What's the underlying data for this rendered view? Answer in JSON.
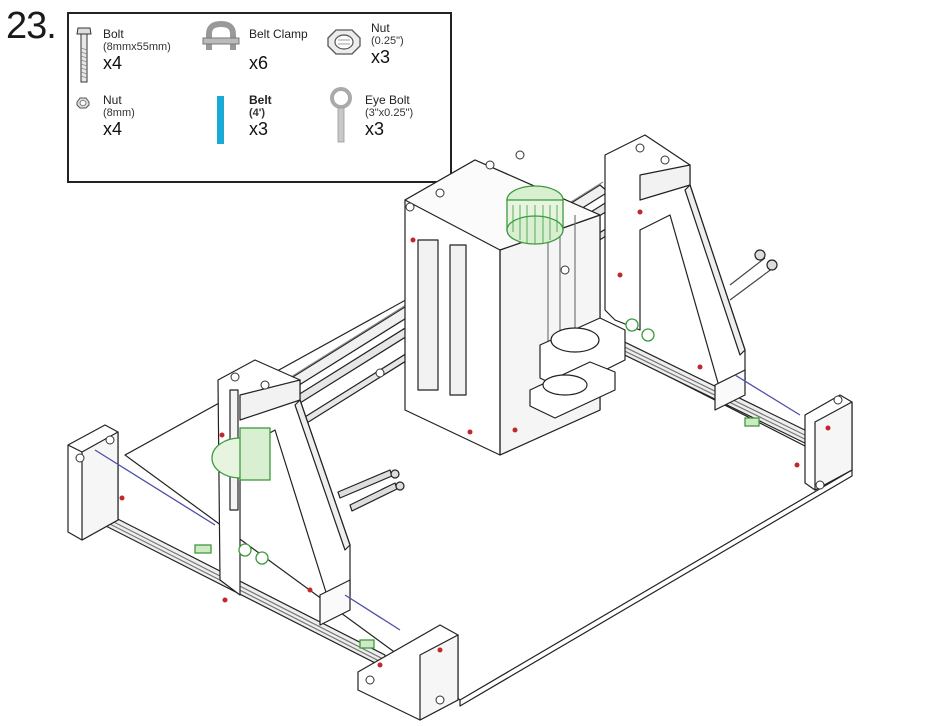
{
  "step": {
    "number": "23."
  },
  "parts": [
    {
      "id": "bolt",
      "name": "Bolt",
      "spec": "(8mmx55mm)",
      "qty": "x4",
      "icon": "bolt-icon"
    },
    {
      "id": "belt-clamp",
      "name": "Belt Clamp",
      "spec": "",
      "qty": "x6",
      "icon": "belt-clamp-icon"
    },
    {
      "id": "nut-quarter",
      "name": "Nut",
      "spec": "(0.25\")",
      "qty": "x3",
      "icon": "nut-icon"
    },
    {
      "id": "nut-8mm",
      "name": "Nut",
      "spec": "(8mm)",
      "qty": "x4",
      "icon": "small-nut-icon"
    },
    {
      "id": "belt",
      "name": "Belt",
      "spec": "(4')",
      "qty": "x3",
      "icon": "belt-icon"
    },
    {
      "id": "eye-bolt",
      "name": "Eye Bolt",
      "spec": "(3\"x0.25\")",
      "qty": "x3",
      "icon": "eye-bolt-icon"
    }
  ],
  "colors": {
    "belt": "#1ba9d6",
    "accent_green": "#3c9a3c",
    "hole_red": "#c0282b",
    "line": "#222222",
    "rod": "#6e6e6e",
    "wire": "#4b4fa8"
  }
}
